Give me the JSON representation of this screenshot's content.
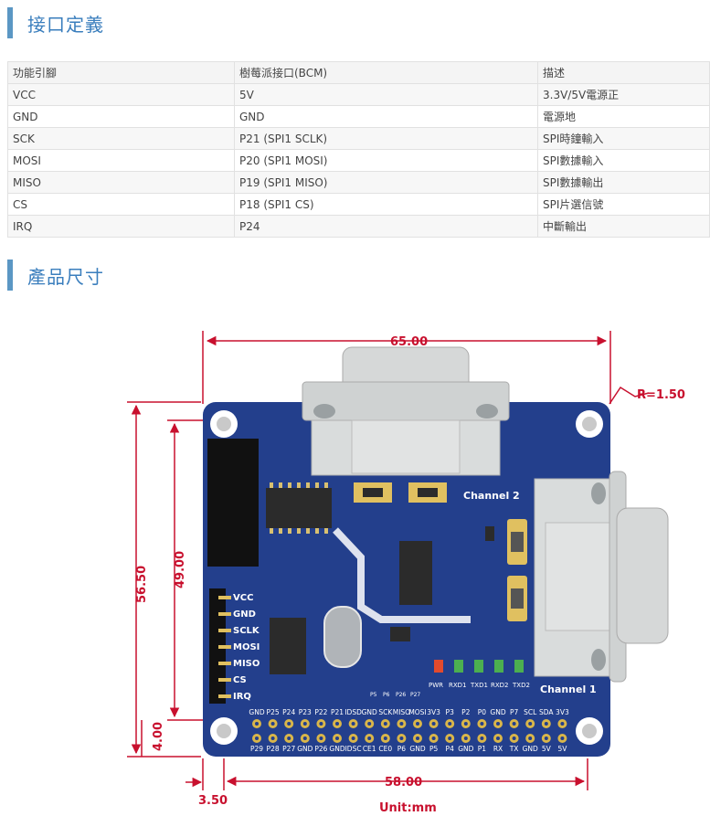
{
  "sections": {
    "interface_title": "接口定義",
    "dimension_title": "產品尺寸"
  },
  "table": {
    "headers": [
      "功能引腳",
      "樹莓派接口(BCM)",
      "描述"
    ],
    "rows": [
      [
        "VCC",
        "5V",
        "3.3V/5V電源正"
      ],
      [
        "GND",
        "GND",
        "電源地"
      ],
      [
        "SCK",
        "P21 (SPI1 SCLK)",
        "SPI時鐘輸入"
      ],
      [
        "MOSI",
        "P20 (SPI1 MOSI)",
        "SPI數據輸入"
      ],
      [
        "MISO",
        "P19 (SPI1 MISO)",
        "SPI數據輸出"
      ],
      [
        "CS",
        "P18 (SPI1 CS)",
        "SPI片選信號"
      ],
      [
        "IRQ",
        "P24",
        "中斷輸出"
      ]
    ]
  },
  "figure": {
    "dimensions": {
      "width_top": "65.00",
      "radius": "R=1.50",
      "height_outer": "56.50",
      "height_inner": "49.00",
      "offset_bottom": "4.00",
      "offset_left": "3.50",
      "width_bottom": "58.00",
      "unit": "Unit:mm"
    },
    "channel_2": "Channel 2",
    "channel_1": "Channel 1",
    "pin_labels": [
      "VCC",
      "GND",
      "SCLK",
      "MOSI",
      "MISO",
      "CS",
      "IRQ"
    ],
    "led_labels": [
      "PWR",
      "RXD1",
      "TXD1",
      "RXD2",
      "TXD2"
    ],
    "small_labels": [
      "P5",
      "P6",
      "P26",
      "P27"
    ],
    "header_top": [
      "GND",
      "P25",
      "P24",
      "P23",
      "P22",
      "P21",
      "IDSD",
      "GND",
      "SCK",
      "MISO",
      "MOSI",
      "3V3",
      "P3",
      "P2",
      "P0",
      "GND",
      "P7",
      "SCL",
      "SDA",
      "3V3"
    ],
    "header_bottom": [
      "P29",
      "P28",
      "P27",
      "GND",
      "P26",
      "GND",
      "IDSC",
      "CE1",
      "CE0",
      "P6",
      "GND",
      "P5",
      "P4",
      "GND",
      "P1",
      "RX",
      "TX",
      "GND",
      "5V",
      "5V"
    ],
    "colors": {
      "board": "#233f8c",
      "dimension": "#c8102e",
      "accent": "#5b97c4"
    }
  }
}
